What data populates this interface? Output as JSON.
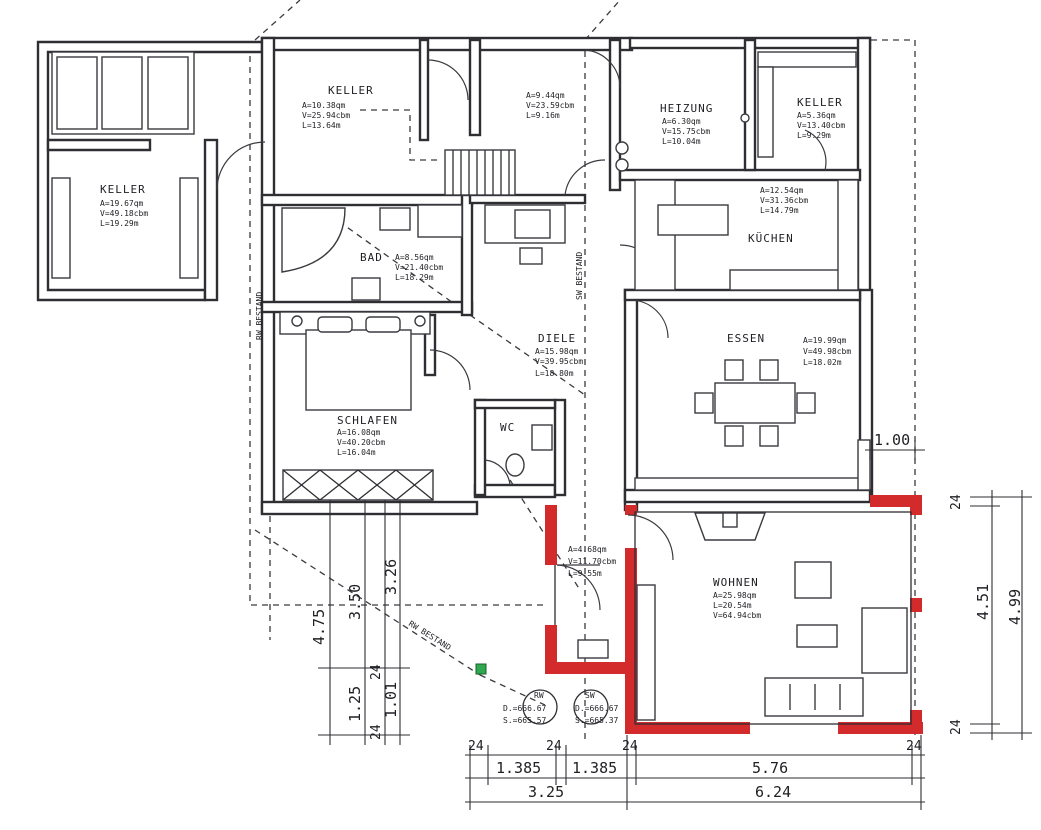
{
  "colors": {
    "line": "#2e2e33",
    "new_wall": "#d32b2b",
    "marker": "#2fa84f"
  },
  "rooms": {
    "keller_west": {
      "name": "KELLER",
      "a": "A=19.67qm",
      "v": "V=49.18cbm",
      "l": "L=19.29m"
    },
    "keller_north": {
      "name": "KELLER",
      "a": "A=10.38qm",
      "v": "V=25.94cbm",
      "l": "L=13.64m"
    },
    "stair": {
      "a": "A=9.44qm",
      "v": "V=23.59cbm",
      "l": "L=9.16m"
    },
    "heizung": {
      "name": "HEIZUNG",
      "a": "A=6.30qm",
      "v": "V=15.75cbm",
      "l": "L=10.04m"
    },
    "keller_east": {
      "name": "KELLER",
      "a": "A=5.36qm",
      "v": "V=13.40cbm",
      "l": "L=9.29m"
    },
    "kuechen": {
      "name": "KÜCHEN",
      "a": "A=12.54qm",
      "v": "V=31.36cbm",
      "l": "L=14.79m"
    },
    "bad": {
      "name": "BAD",
      "a": "A=8.56qm",
      "v": "V=21.40cbm",
      "l": "L=18.29m"
    },
    "diele": {
      "name": "DIELE",
      "a": "A=15.98qm",
      "v": "V=39.95cbm",
      "l": "L=18.80m"
    },
    "essen": {
      "name": "ESSEN",
      "a": "A=19.99qm",
      "v": "V=49.98cbm",
      "l": "L=18.02m"
    },
    "schlafen": {
      "name": "SCHLAFEN",
      "a": "A=16.08qm",
      "v": "V=40.20cbm",
      "l": "L=16.04m"
    },
    "wc": {
      "name": "WC"
    },
    "vorraum": {
      "a": "A=4.68qm",
      "v": "V=11.70cbm",
      "l": "L=9.55m"
    },
    "wohnen": {
      "name": "WOHNEN",
      "a": "A=25.98qm",
      "l": "L=20.54m",
      "v": "V=64.94cbm"
    }
  },
  "lines": {
    "sw_bestand": "SW BESTAND",
    "rw_bestand": "RW BESTAND"
  },
  "manholes": {
    "rw": {
      "label": "RW",
      "d": "D.=666.67",
      "s": "S.=665.57"
    },
    "sw": {
      "label": "SW",
      "d": "D.=666.67",
      "s": "S.=665.37"
    }
  },
  "dimensions": {
    "bottom_row1": [
      "24",
      "24",
      "24",
      "24"
    ],
    "bottom_row2": [
      "1.385",
      "1.385",
      "5.76"
    ],
    "bottom_row3": [
      "3.25",
      "6.24"
    ],
    "right_inner": [
      "24",
      "4.51",
      "24"
    ],
    "right_outer": "4.99",
    "left": [
      "4.75",
      "3.50",
      "3.26",
      "24",
      "1.25",
      "1.01",
      "24"
    ],
    "top_right": "1.00"
  }
}
